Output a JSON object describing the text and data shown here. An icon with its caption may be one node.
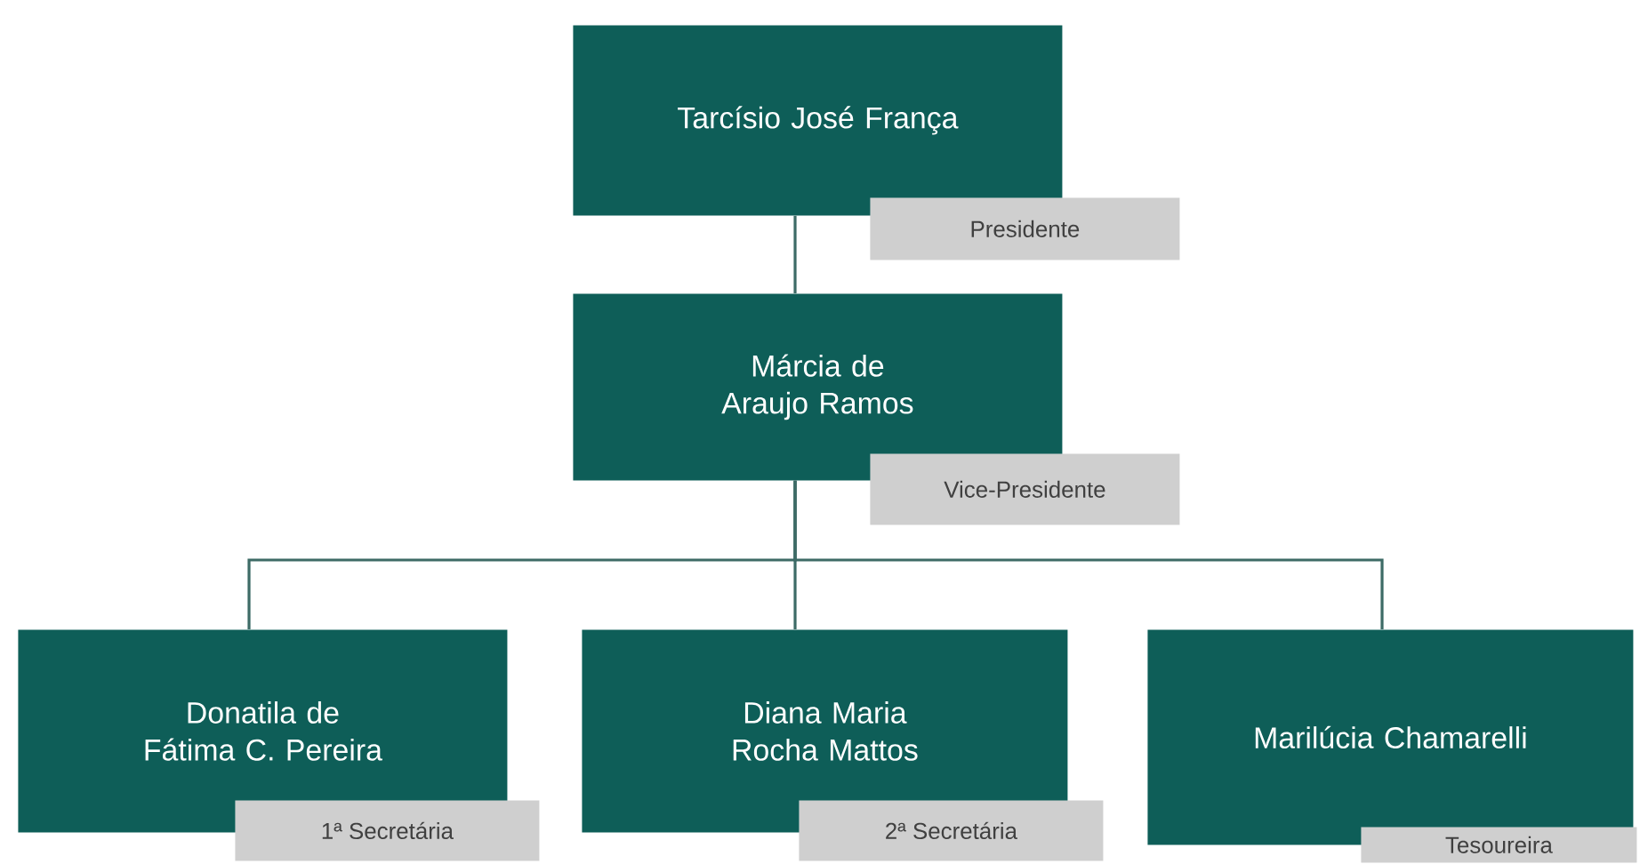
{
  "diagram": {
    "nodes": [
      {
        "text": [
          "Tarcísio José França"
        ]
      },
      {
        "text": [
          "Presidente"
        ]
      },
      {
        "text": [
          "Márcia de Araujo Ramos"
        ]
      },
      {
        "text": [
          "Vice-Presidente"
        ]
      },
      {
        "text": [
          "Donatila de Fátima C. Pereira"
        ]
      },
      {
        "text": [
          "Diana Maria Rocha Mattos"
        ]
      },
      {
        "text": [
          "Marilúcia Chamarelli"
        ]
      },
      {
        "text": [
          "1ª Secretária"
        ]
      },
      {
        "text": [
          "2ª Secretária"
        ]
      },
      {
        "text": [
          "Tesoureira"
        ]
      }
    ],
    "edges": [
      {
        "from": 0,
        "to": 2,
        "arrow": "none"
      },
      {
        "from": 2,
        "to": 4,
        "arrow": "none"
      },
      {
        "from": 2,
        "to": 5,
        "arrow": "none"
      },
      {
        "from": 2,
        "to": 6,
        "arrow": "none"
      }
    ]
  }
}
